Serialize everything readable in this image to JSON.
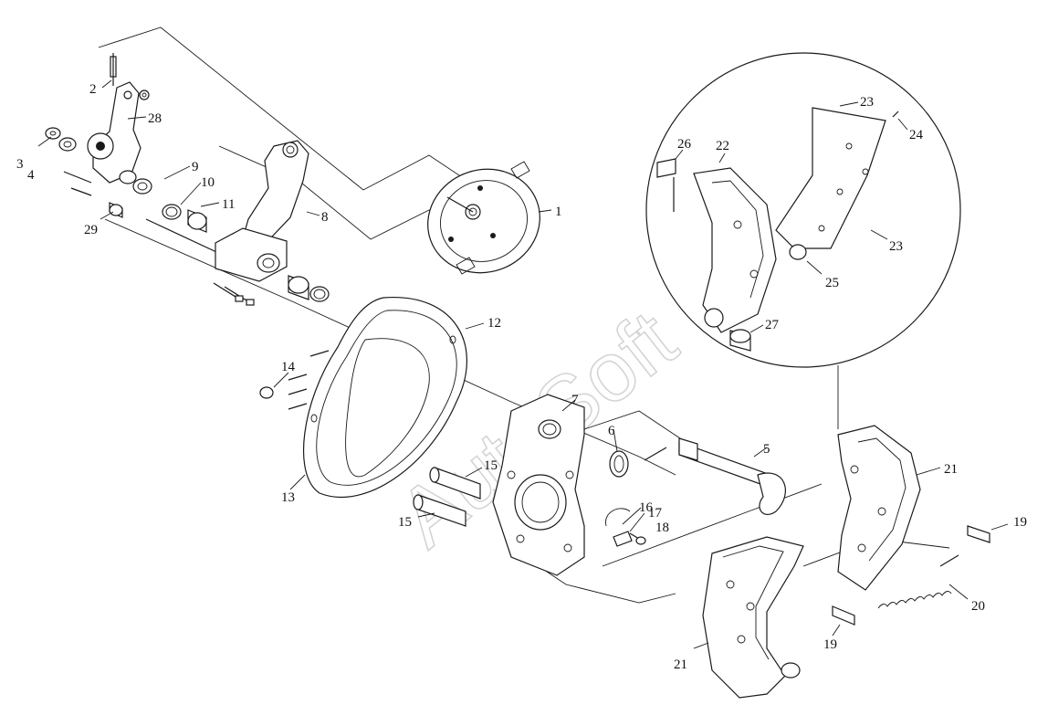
{
  "watermark": "AutoSoft",
  "callouts": [
    {
      "id": "c1",
      "text": "1"
    },
    {
      "id": "c2",
      "text": "2"
    },
    {
      "id": "c3",
      "text": "3"
    },
    {
      "id": "c4",
      "text": "4"
    },
    {
      "id": "c5",
      "text": "5"
    },
    {
      "id": "c6",
      "text": "6"
    },
    {
      "id": "c7",
      "text": "7"
    },
    {
      "id": "c8",
      "text": "8"
    },
    {
      "id": "c9",
      "text": "9"
    },
    {
      "id": "c10",
      "text": "10"
    },
    {
      "id": "c11",
      "text": "11"
    },
    {
      "id": "c12",
      "text": "12"
    },
    {
      "id": "c13",
      "text": "13"
    },
    {
      "id": "c14",
      "text": "14"
    },
    {
      "id": "c15a",
      "text": "15"
    },
    {
      "id": "c15b",
      "text": "15"
    },
    {
      "id": "c16",
      "text": "16"
    },
    {
      "id": "c17",
      "text": "17"
    },
    {
      "id": "c18",
      "text": "18"
    },
    {
      "id": "c19a",
      "text": "19"
    },
    {
      "id": "c19b",
      "text": "19"
    },
    {
      "id": "c20",
      "text": "20"
    },
    {
      "id": "c21a",
      "text": "21"
    },
    {
      "id": "c21b",
      "text": "21"
    },
    {
      "id": "c22",
      "text": "22"
    },
    {
      "id": "c23a",
      "text": "23"
    },
    {
      "id": "c23b",
      "text": "23"
    },
    {
      "id": "c24",
      "text": "24"
    },
    {
      "id": "c25",
      "text": "25"
    },
    {
      "id": "c26",
      "text": "26"
    },
    {
      "id": "c27",
      "text": "27"
    },
    {
      "id": "c28",
      "text": "28"
    },
    {
      "id": "c29",
      "text": "29"
    }
  ]
}
